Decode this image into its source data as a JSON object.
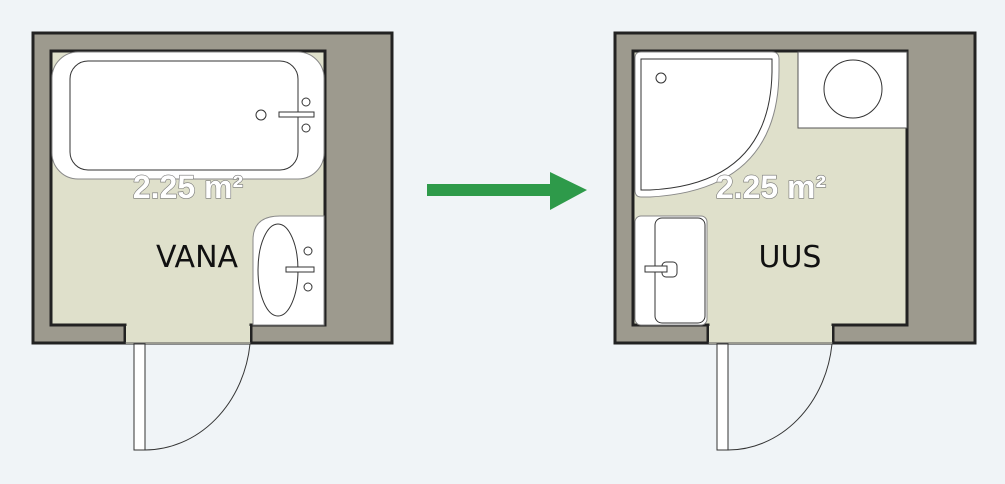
{
  "before": {
    "area": "2.25 m²",
    "label": "VANA"
  },
  "after": {
    "area": "2.25 m²",
    "label": "UUS"
  },
  "colors": {
    "wall": "#9d9a8e",
    "floor": "#dfe0cb",
    "arrow": "#2e9a4a",
    "background": "#f0f4f7"
  }
}
